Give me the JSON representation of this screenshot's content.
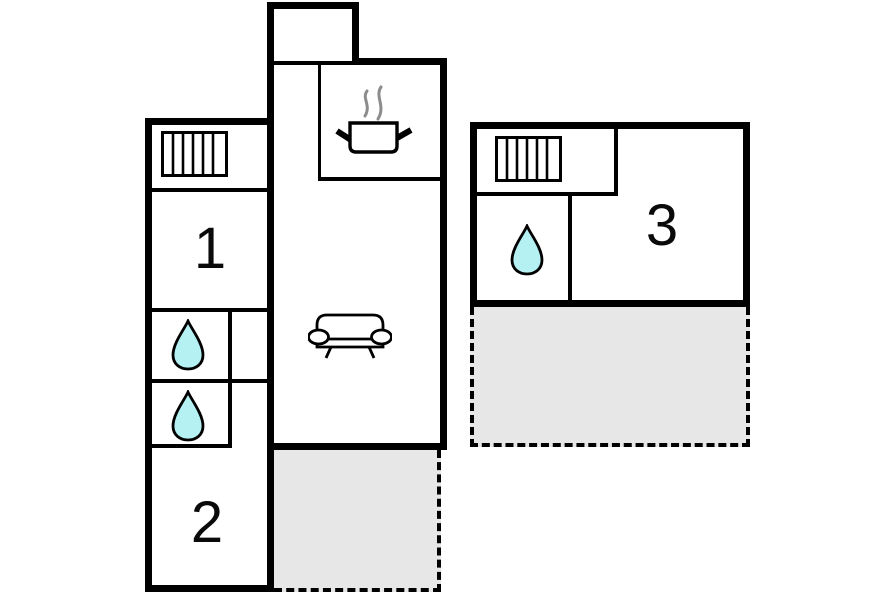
{
  "rooms": {
    "room1": {
      "label": "1"
    },
    "room2": {
      "label": "2"
    },
    "room3": {
      "label": "3"
    }
  },
  "colors": {
    "wall": "#000000",
    "terrace_fill": "#e7e7e7",
    "water_drop": "#b5f0f3",
    "steam": "#8c8c8c",
    "background": "#ffffff",
    "icon_outline": "#000000"
  },
  "icons": {
    "radiators": [
      "radiator-icon",
      "radiator-icon"
    ],
    "water_drops": [
      "water-drop-icon",
      "water-drop-icon",
      "water-drop-icon"
    ],
    "stove": "stove-icon",
    "sofa": "sofa-icon"
  },
  "areas": {
    "terraces": [
      "terrace-left",
      "terrace-right"
    ]
  }
}
